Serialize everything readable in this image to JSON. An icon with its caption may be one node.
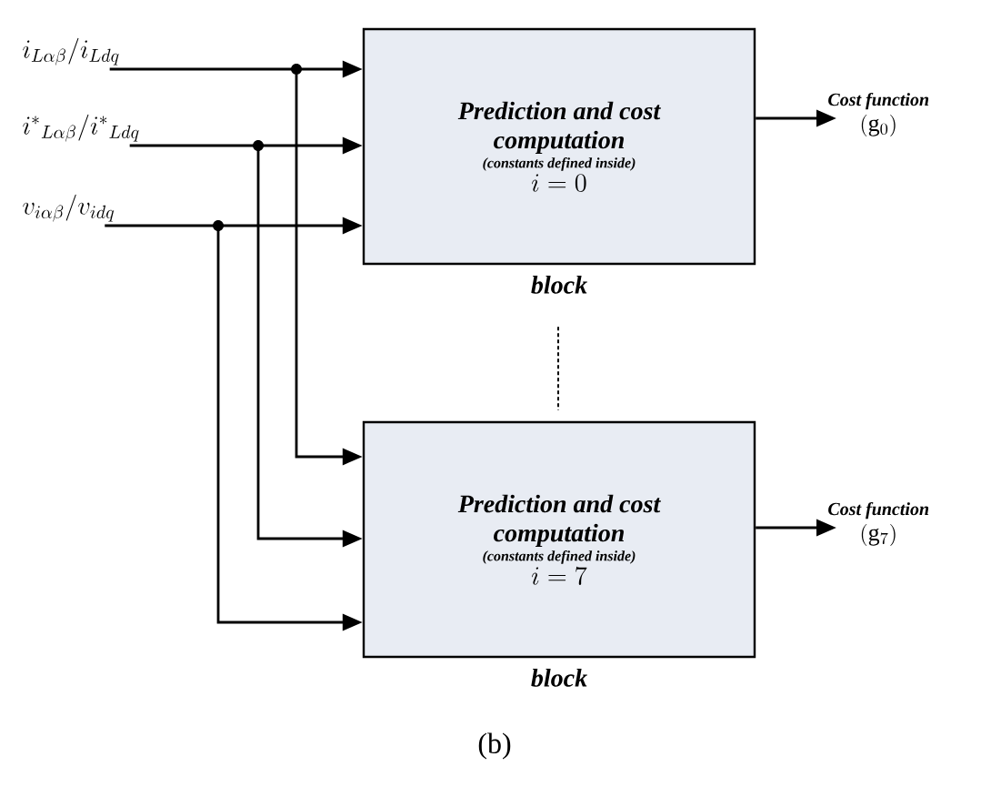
{
  "diagram": {
    "caption": "(b)",
    "nodes": [
      {
        "text": [
          "i_{L\\alpha\\beta}/i_{Ldq}"
        ]
      },
      {
        "text": [
          "i^{*}{}_{L\\alpha\\beta}/i^{*}{}_{Ldq}"
        ]
      },
      {
        "text": [
          "v_{i\\alpha\\beta}/v_{idq}"
        ]
      },
      {
        "text": [
          "Prediction and cost computation",
          "(constants defined inside)",
          "i = 0",
          "block"
        ]
      },
      {
        "text": [
          "Prediction and cost computation",
          "(constants defined inside)",
          "i = 7",
          "block"
        ]
      },
      {
        "text": [
          "Cost function",
          "(\\mathrm{g}_{0})"
        ]
      },
      {
        "text": [
          "Cost function",
          "(\\mathrm{g}_{7})"
        ]
      },
      {
        "text": [],
        "shape": "circle"
      },
      {
        "text": [],
        "shape": "circle"
      },
      {
        "text": [],
        "shape": "circle"
      }
    ],
    "edges": [
      {
        "from": 0,
        "to": 9,
        "arrow": "none"
      },
      {
        "from": 9,
        "to": 3,
        "arrow": "to"
      },
      {
        "from": 9,
        "to": 4,
        "arrow": "to"
      },
      {
        "from": 1,
        "to": 8,
        "arrow": "none"
      },
      {
        "from": 8,
        "to": 3,
        "arrow": "to"
      },
      {
        "from": 8,
        "to": 4,
        "arrow": "to"
      },
      {
        "from": 2,
        "to": 7,
        "arrow": "none"
      },
      {
        "from": 7,
        "to": 3,
        "arrow": "to"
      },
      {
        "from": 7,
        "to": 4,
        "arrow": "to"
      },
      {
        "from": 3,
        "to": 5,
        "arrow": "to"
      },
      {
        "from": 4,
        "to": 6,
        "arrow": "to"
      },
      {
        "from": 3,
        "to": 4,
        "arrow": "none",
        "style": "dashed"
      }
    ]
  }
}
